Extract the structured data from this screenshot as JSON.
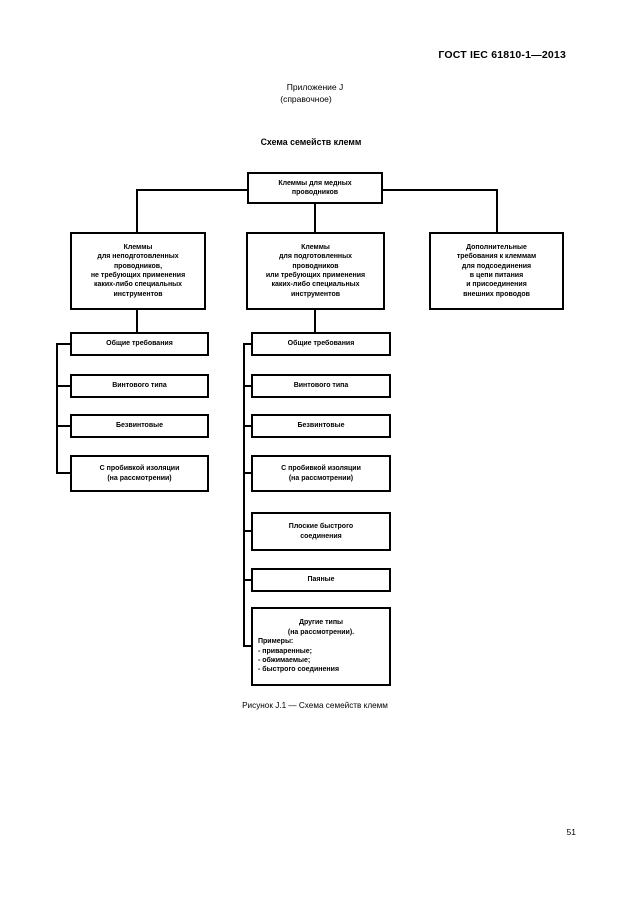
{
  "page": {
    "running_head": "ГОСТ IEC 61810-1—2013",
    "annex_label": "Приложение J",
    "annex_kind": "(справочное)",
    "section_title": "Схема семейств клемм",
    "figure_caption": "Рисунок J.1 — Схема семейств клемм",
    "page_number": "51",
    "ink_color": "#000000",
    "paper_color": "#ffffff"
  },
  "diagram": {
    "root": {
      "label": "Клеммы для медных\nпроводников"
    },
    "branches": [
      {
        "id": "unprepared-conductors",
        "label": "Клеммы\nдля неподготовленных\nпроводников,\nне требующих применения\nкаких-либо специальных\nинструментов"
      },
      {
        "id": "prepared-conductors",
        "label": "Клеммы\nдля подготовленных\nпроводников\nили требующих применения\nкаких-либо специальных\nинструментов"
      },
      {
        "id": "supply-circuit-extra-requirements",
        "label": "Дополнительные\nтребования к клеммам\nдля подсоединения\nв цепи питания\nи присоединения\nвнешних проводов"
      }
    ],
    "left_column": [
      {
        "id": "general-requirements",
        "label": "Общие требования"
      },
      {
        "id": "screw-type",
        "label": "Винтового типа"
      },
      {
        "id": "screwless",
        "label": "Безвинтовые"
      },
      {
        "id": "insulation-piercing",
        "label": "С пробивкой изоляции\n(на рассмотрении)"
      }
    ],
    "middle_column": [
      {
        "id": "general-requirements",
        "label": "Общие требования"
      },
      {
        "id": "screw-type",
        "label": "Винтового типа"
      },
      {
        "id": "screwless",
        "label": "Безвинтовые"
      },
      {
        "id": "insulation-piercing",
        "label": "С пробивкой изоляции\n(на рассмотрении)"
      },
      {
        "id": "flat-quick-connect",
        "label": "Плоские быстрого\nсоединения"
      },
      {
        "id": "soldered",
        "label": "Паяные"
      }
    ],
    "other_types": {
      "id": "other-types",
      "heading": "Другие типы\n(на рассмотрении).",
      "examples_label": "Примеры:",
      "example_1": "- приваренные;",
      "example_2": "- обжимаемые;",
      "example_3": "- быстрого соединения"
    }
  }
}
